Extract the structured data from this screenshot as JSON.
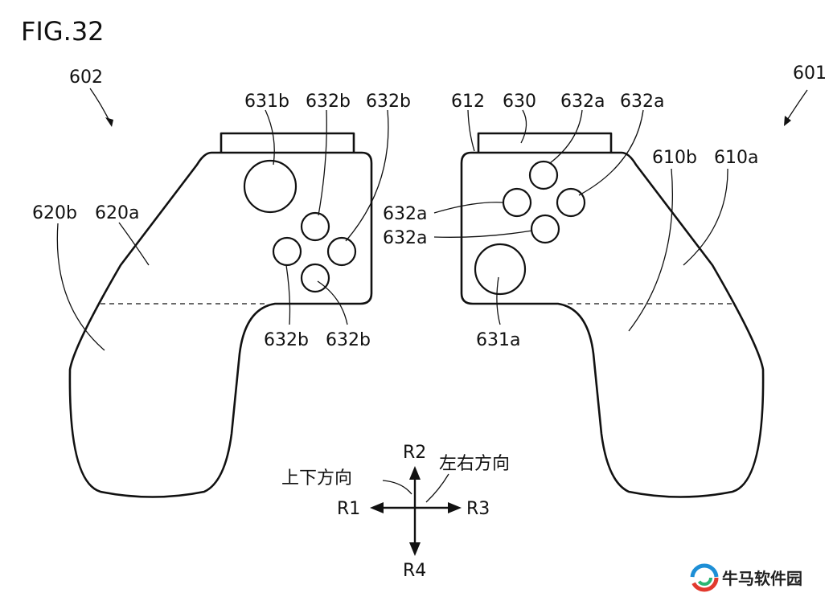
{
  "figure_title": "FIG.32",
  "labels": {
    "c601": "601",
    "c602": "602",
    "l612": "612",
    "l630": "630",
    "l631a": "631a",
    "l631b": "631b",
    "l610a": "610a",
    "l610b": "610b",
    "l620a": "620a",
    "l620b": "620b",
    "l632a": "632a",
    "l632b": "632b"
  },
  "directions": {
    "r1": "R1",
    "r2": "R2",
    "r3": "R3",
    "r4": "R4",
    "vertical_label": "上下方向",
    "horizontal_label": "左右方向"
  },
  "watermark": "牛马软件园"
}
